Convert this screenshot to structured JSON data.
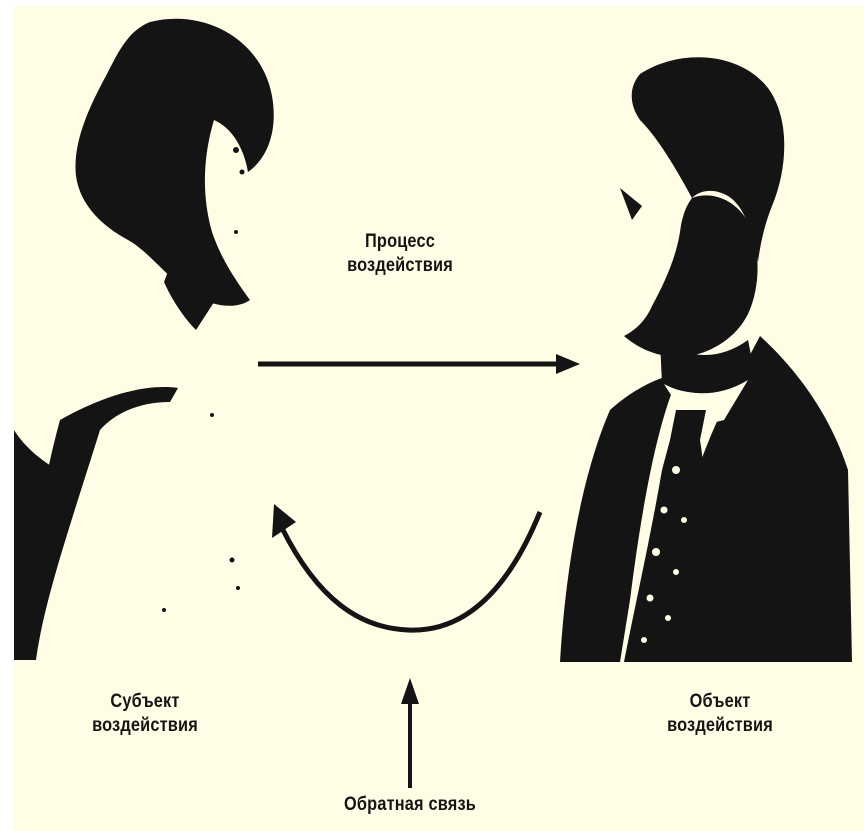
{
  "diagram": {
    "process": {
      "line1": "Процесс",
      "line2": "воздействия"
    },
    "subject": {
      "line1": "Субъект",
      "line2": "воздействия"
    },
    "object": {
      "line1": "Объект",
      "line2": "воздействия"
    },
    "feedback": "Обратная связь"
  },
  "colors": {
    "background": "#fffde6",
    "ink": "#111111"
  },
  "icons": [
    "woman-silhouette",
    "man-silhouette",
    "arrow-right",
    "curved-arrow",
    "arrow-up"
  ]
}
